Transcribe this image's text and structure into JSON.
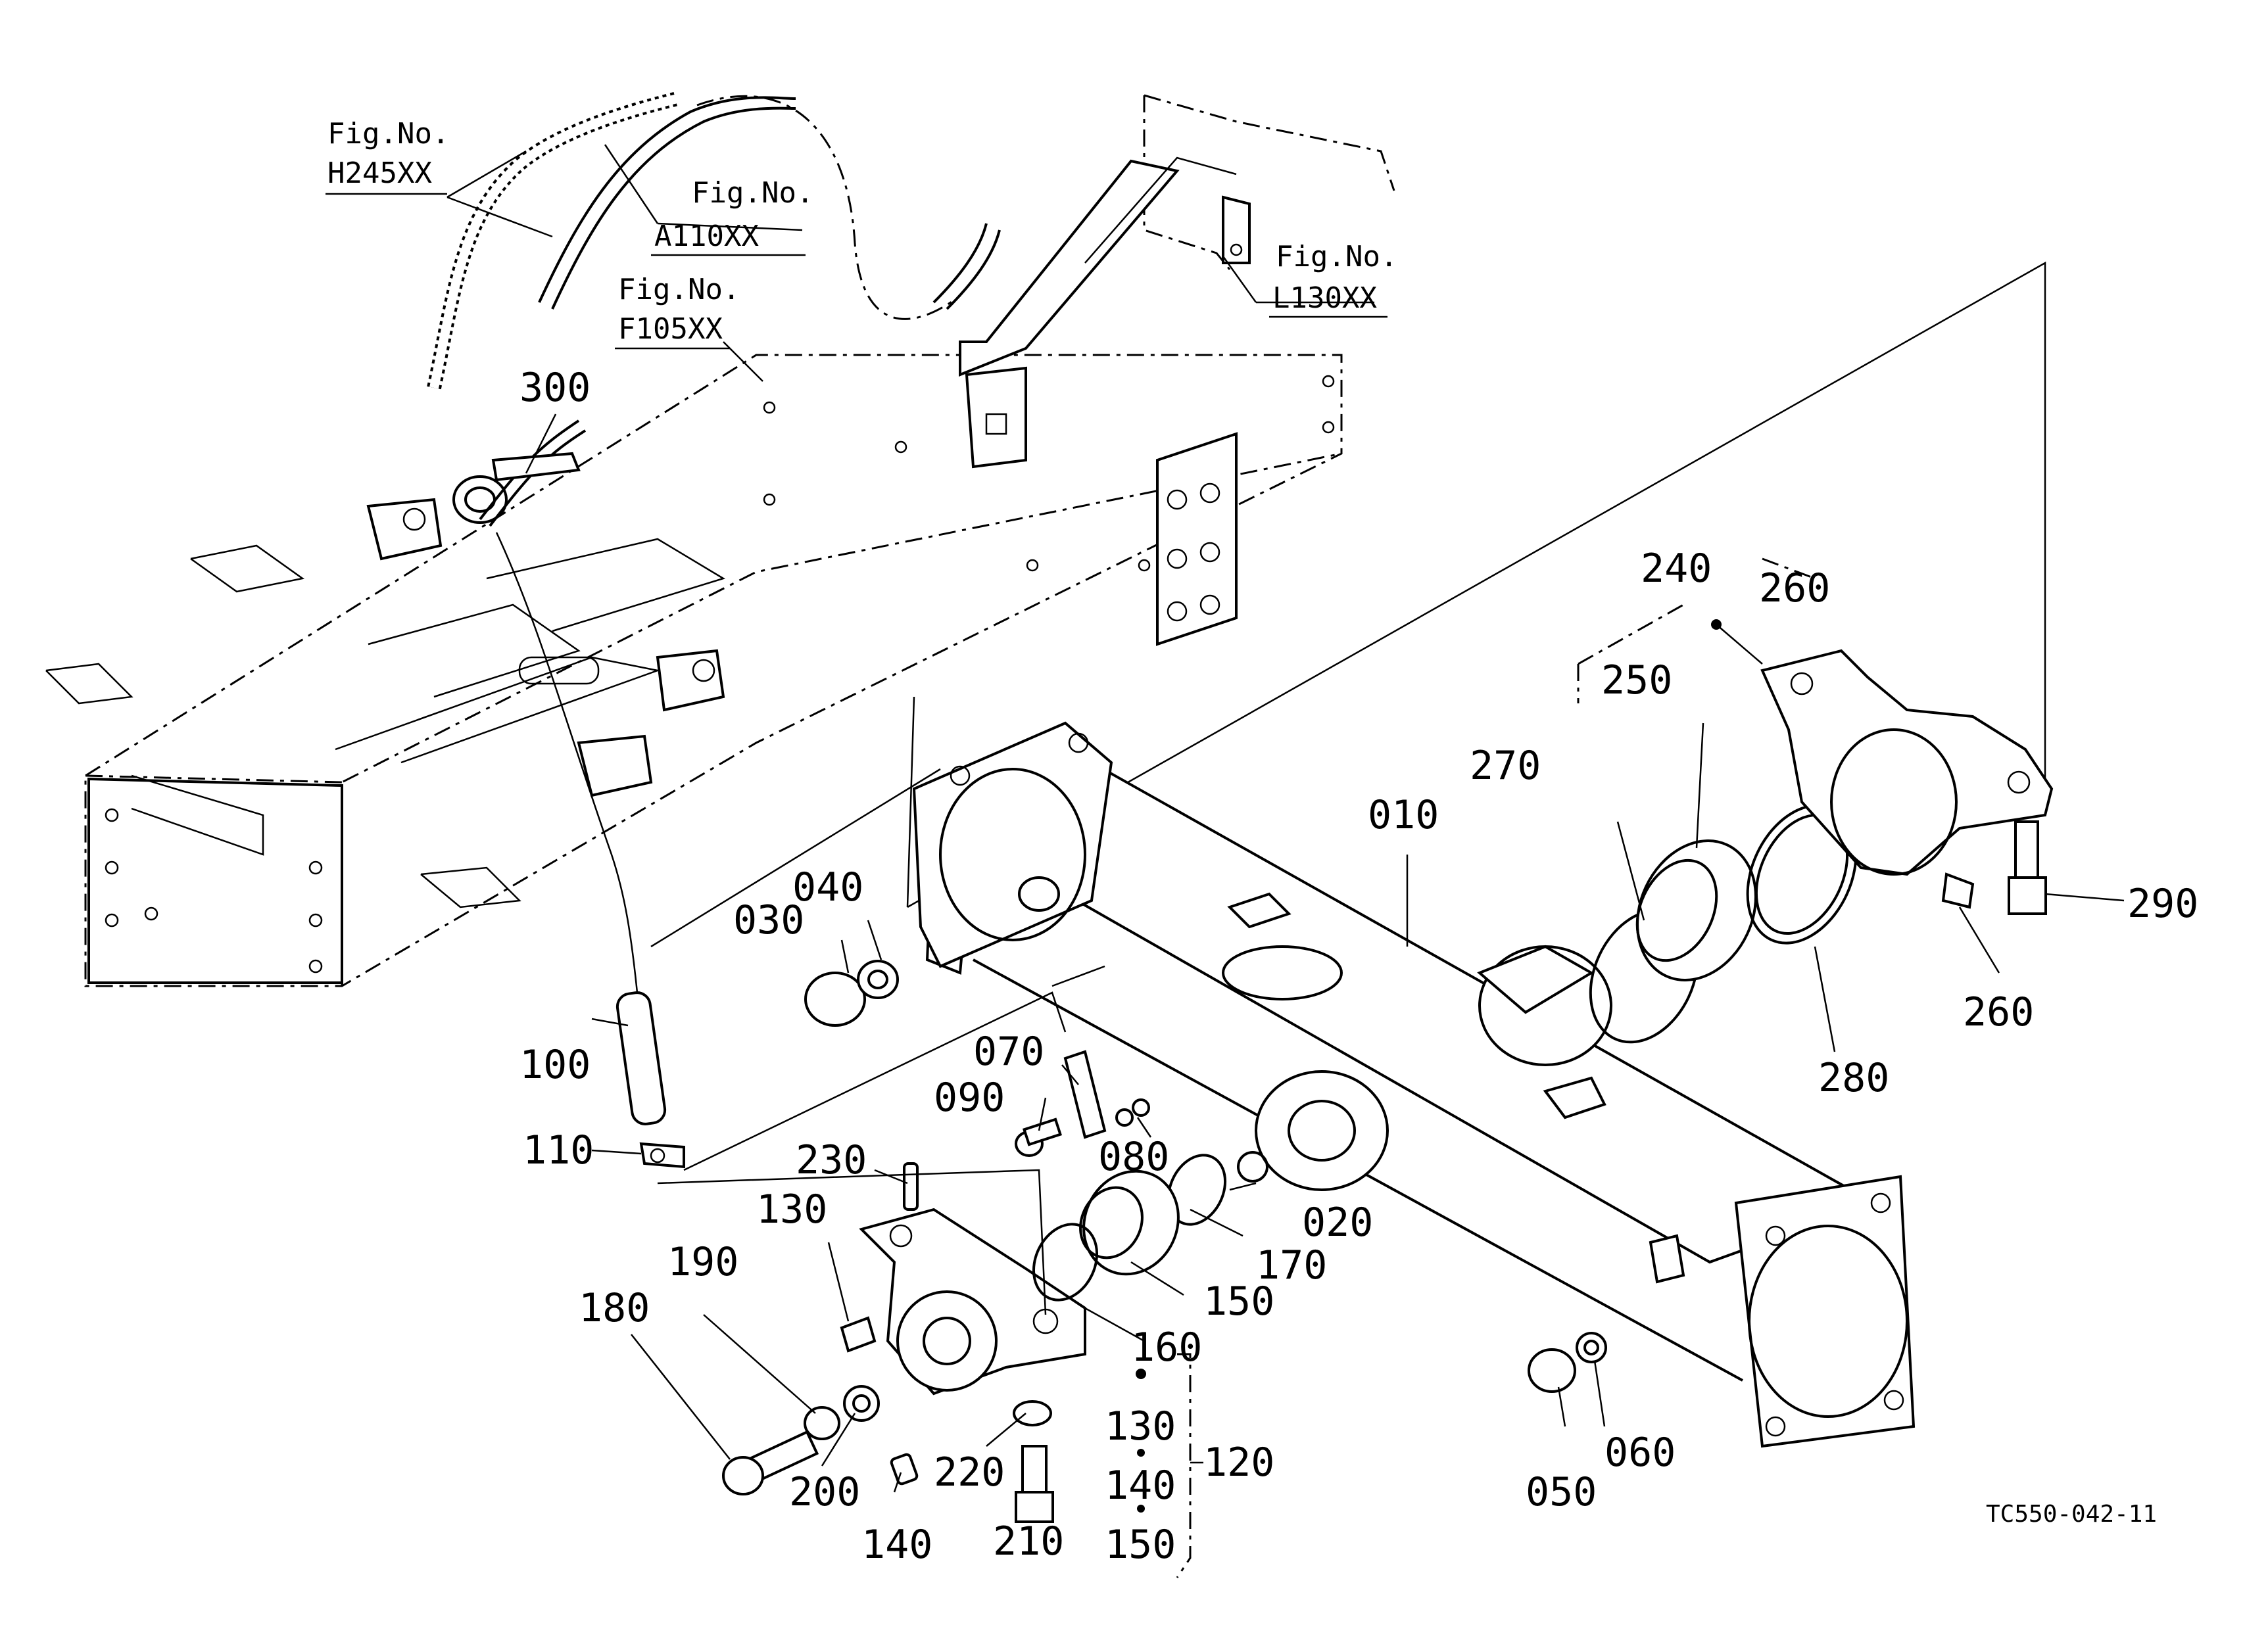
{
  "figure_refs": [
    {
      "prefix": "Fig.No.",
      "code": "H245XX"
    },
    {
      "prefix": "Fig.No.",
      "code": "A110XX"
    },
    {
      "prefix": "Fig.No.",
      "code": "F105XX"
    },
    {
      "prefix": "Fig.No.",
      "code": "L130XX"
    }
  ],
  "part_labels": {
    "p010": "010",
    "p020": "020",
    "p030": "030",
    "p040": "040",
    "p050": "050",
    "p060": "060",
    "p070": "070",
    "p080": "080",
    "p090": "090",
    "p100": "100",
    "p110": "110",
    "p120": "120",
    "p130a": "130",
    "p130b": "130",
    "p140a": "140",
    "p140b": "140",
    "p150a": "150",
    "p150b": "150",
    "p160": "160",
    "p170": "170",
    "p180": "180",
    "p190": "190",
    "p200": "200",
    "p210": "210",
    "p220": "220",
    "p230": "230",
    "p240": "240",
    "p250": "250",
    "p260a": "260",
    "p260b": "260",
    "p270": "270",
    "p280": "280",
    "p290": "290",
    "p300": "300"
  },
  "drawing_code": "TC550-042-11",
  "icons": [
    "frame-drawing",
    "axle-housing",
    "bracket",
    "bolt",
    "o-ring",
    "bushing",
    "hose",
    "grease-nipple"
  ]
}
